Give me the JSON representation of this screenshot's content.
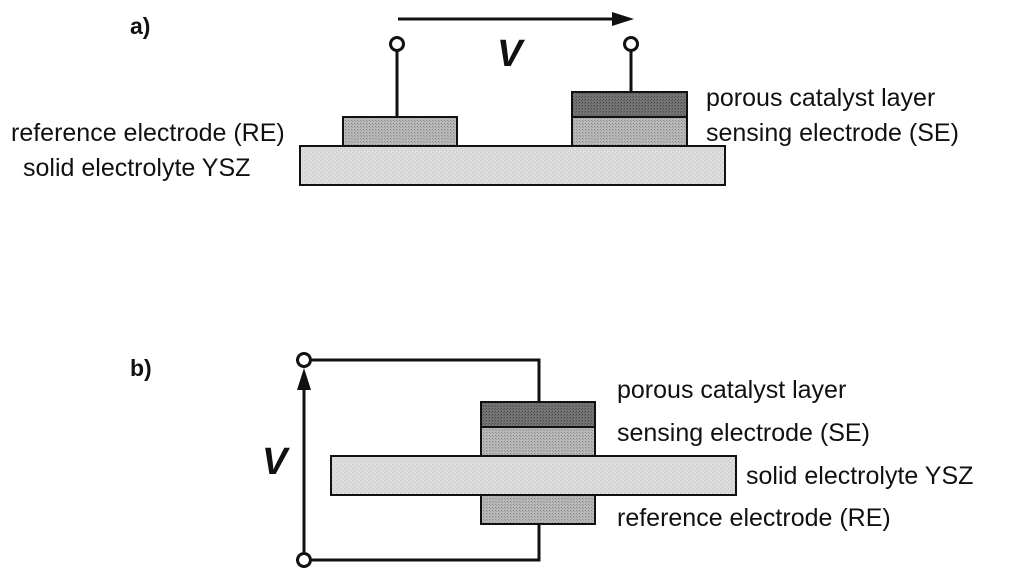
{
  "colors": {
    "electrolyte": "#dcdcdc",
    "electrode": "#b3b3b3",
    "catalyst": "#6e6e6e",
    "line": "#111111"
  },
  "panel_a": {
    "tag": "a)",
    "voltage": "V",
    "labels": {
      "catalyst": "porous catalyst layer",
      "sensing": "sensing electrode (SE)",
      "reference": "reference electrode (RE)",
      "electrolyte": "solid electrolyte YSZ"
    }
  },
  "panel_b": {
    "tag": "b)",
    "voltage": "V",
    "labels": {
      "catalyst": "porous catalyst layer",
      "sensing": "sensing electrode (SE)",
      "electrolyte": "solid electrolyte YSZ",
      "reference": "reference electrode (RE)"
    }
  }
}
